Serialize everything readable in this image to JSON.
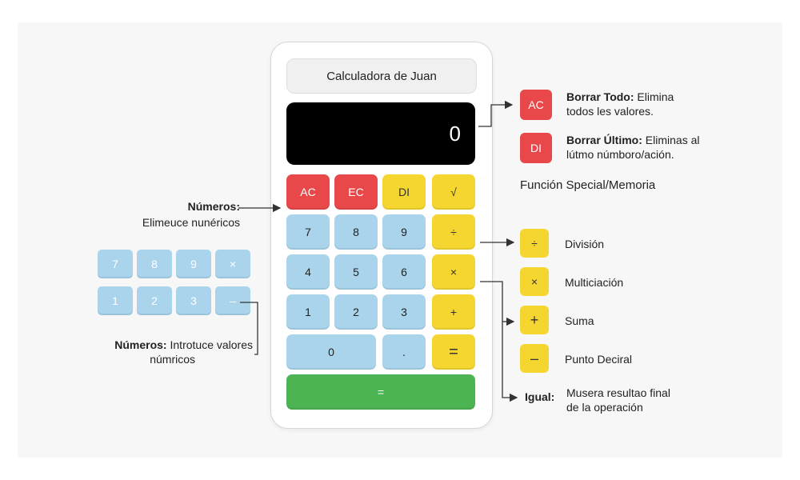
{
  "calculator": {
    "title": "Calculadora de Juan",
    "display_value": "0",
    "keys": {
      "ac": "AC",
      "ec": "EC",
      "di": "DI",
      "sqrt": "√",
      "seven": "7",
      "eight": "8",
      "nine": "9",
      "divide": "÷",
      "four": "4",
      "five": "5",
      "six": "6",
      "multiply": "×",
      "one": "1",
      "two": "2",
      "three": "3",
      "plus": "+",
      "zero": "0",
      "dot": ".",
      "equals": "=",
      "equals_wide": "="
    }
  },
  "left_annotation_top": {
    "title": "Números:",
    "text": "Elimeuce nunéricos"
  },
  "mini_keypad": {
    "row1": [
      "7",
      "8",
      "9",
      "×"
    ],
    "row2": [
      "1",
      "2",
      "3",
      "–"
    ]
  },
  "left_annotation_bottom": {
    "title": "Números:",
    "text_line1": "Introtuce valores",
    "text_line2": "númricos"
  },
  "right_annotations": {
    "ac_badge": "AC",
    "ac_title": "Borrar Todo:",
    "ac_text_line1": "Elimina",
    "ac_text_line2": "todos les valores.",
    "di_badge": "DI",
    "di_title": "Borrar Último:",
    "di_text_line1": "Eliminas al",
    "di_text_line2": "lútmo númboro/ación.",
    "section_title": "Función Special/Memoria",
    "ops": [
      {
        "symbol": "÷",
        "label": "División"
      },
      {
        "symbol": "×",
        "label": "Multiciación"
      },
      {
        "symbol": "+",
        "label": "Suma"
      },
      {
        "symbol": "–",
        "label": "Punto Deciral"
      }
    ],
    "equal_title": "Igual:",
    "equal_text_line1": "Musera resultao final",
    "equal_text_line2": "de la operación"
  },
  "colors": {
    "red": "#e8484a",
    "yellow": "#f5d630",
    "blue": "#a9d4ec",
    "green": "#4db453",
    "display": "#000000"
  }
}
